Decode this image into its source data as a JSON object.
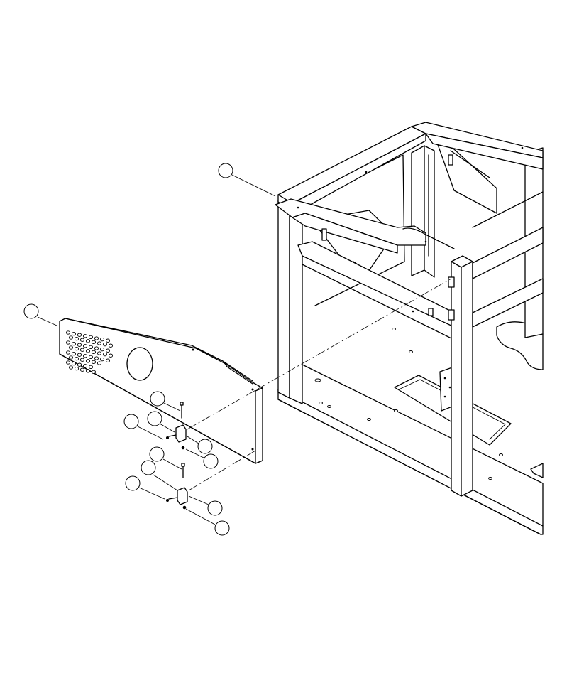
{
  "diagram": {
    "type": "exploded-parts-view",
    "callouts": [
      {
        "id": "c1",
        "label": ""
      },
      {
        "id": "c2",
        "label": ""
      },
      {
        "id": "c3",
        "label": ""
      },
      {
        "id": "c4",
        "label": ""
      },
      {
        "id": "c5",
        "label": ""
      },
      {
        "id": "c6",
        "label": ""
      },
      {
        "id": "c7",
        "label": ""
      },
      {
        "id": "c8",
        "label": ""
      },
      {
        "id": "c9",
        "label": ""
      },
      {
        "id": "c10",
        "label": ""
      },
      {
        "id": "c11",
        "label": ""
      },
      {
        "id": "c12",
        "label": ""
      }
    ],
    "colors": {
      "line": "#000000",
      "background": "#ffffff"
    }
  }
}
